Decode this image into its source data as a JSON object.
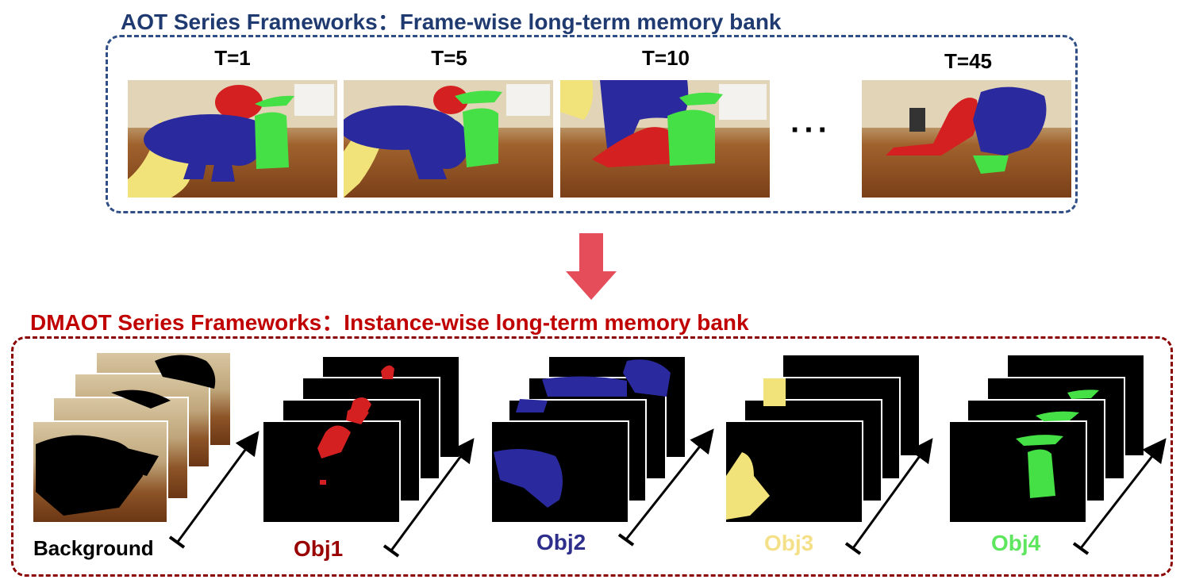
{
  "aot": {
    "title": "AOT Series Frameworks：Frame-wise long-term memory bank",
    "title_color": "#1f3a70",
    "frames": [
      {
        "label": "T=1"
      },
      {
        "label": "T=5"
      },
      {
        "label": "T=10"
      },
      {
        "label": "T=45"
      }
    ],
    "ellipsis": "···"
  },
  "dmaot": {
    "title": "DMAOT Series Frameworks：Instance-wise long-term memory bank",
    "title_color": "#c00000",
    "stacks": [
      {
        "label": "Background",
        "color": "#000000"
      },
      {
        "label": "Obj1",
        "color": "#990000"
      },
      {
        "label": "Obj2",
        "color": "#2e2e8c"
      },
      {
        "label": "Obj3",
        "color": "#f5e08a"
      },
      {
        "label": "Obj4",
        "color": "#5ee65e"
      }
    ]
  },
  "colors": {
    "dog_blue": "#2a2a9e",
    "dog_red": "#d42020",
    "scale_green": "#45e045",
    "hand_yellow": "#f2e27a",
    "arrow_red": "#e64d5a"
  }
}
